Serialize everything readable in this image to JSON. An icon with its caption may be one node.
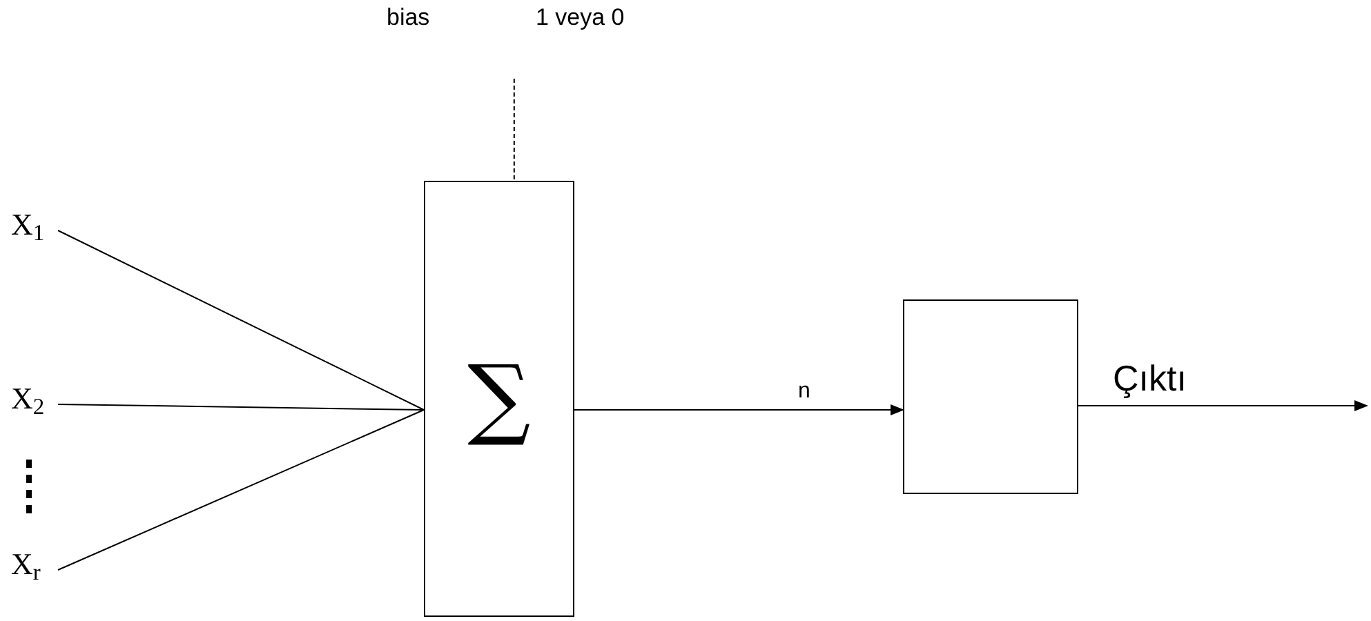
{
  "diagram": {
    "nodes": [
      {
        "text": [
          "X$_{1}$"
        ]
      },
      {
        "text": [
          "X$_{2}$"
        ]
      },
      {
        "text": [
          "X$_{r}$"
        ]
      },
      {
        "text": [
          "∑"
        ]
      },
      {
        "text": [],
        "shape": "box"
      }
    ],
    "edges": [
      {
        "from": 0,
        "to": 3,
        "arrow": "none"
      },
      {
        "from": 1,
        "to": 3,
        "arrow": "none"
      },
      {
        "from": 2,
        "to": 3,
        "arrow": "none"
      },
      {
        "from": null,
        "to": 3,
        "arrow": "none",
        "style": "dashed"
      },
      {
        "from": 3,
        "to": 4,
        "arrow": "to",
        "label": "n"
      },
      {
        "from": 4,
        "to": null,
        "arrow": "to",
        "label": "Çıktı"
      }
    ],
    "labels": [
      "bias",
      "1 veya 0"
    ]
  }
}
